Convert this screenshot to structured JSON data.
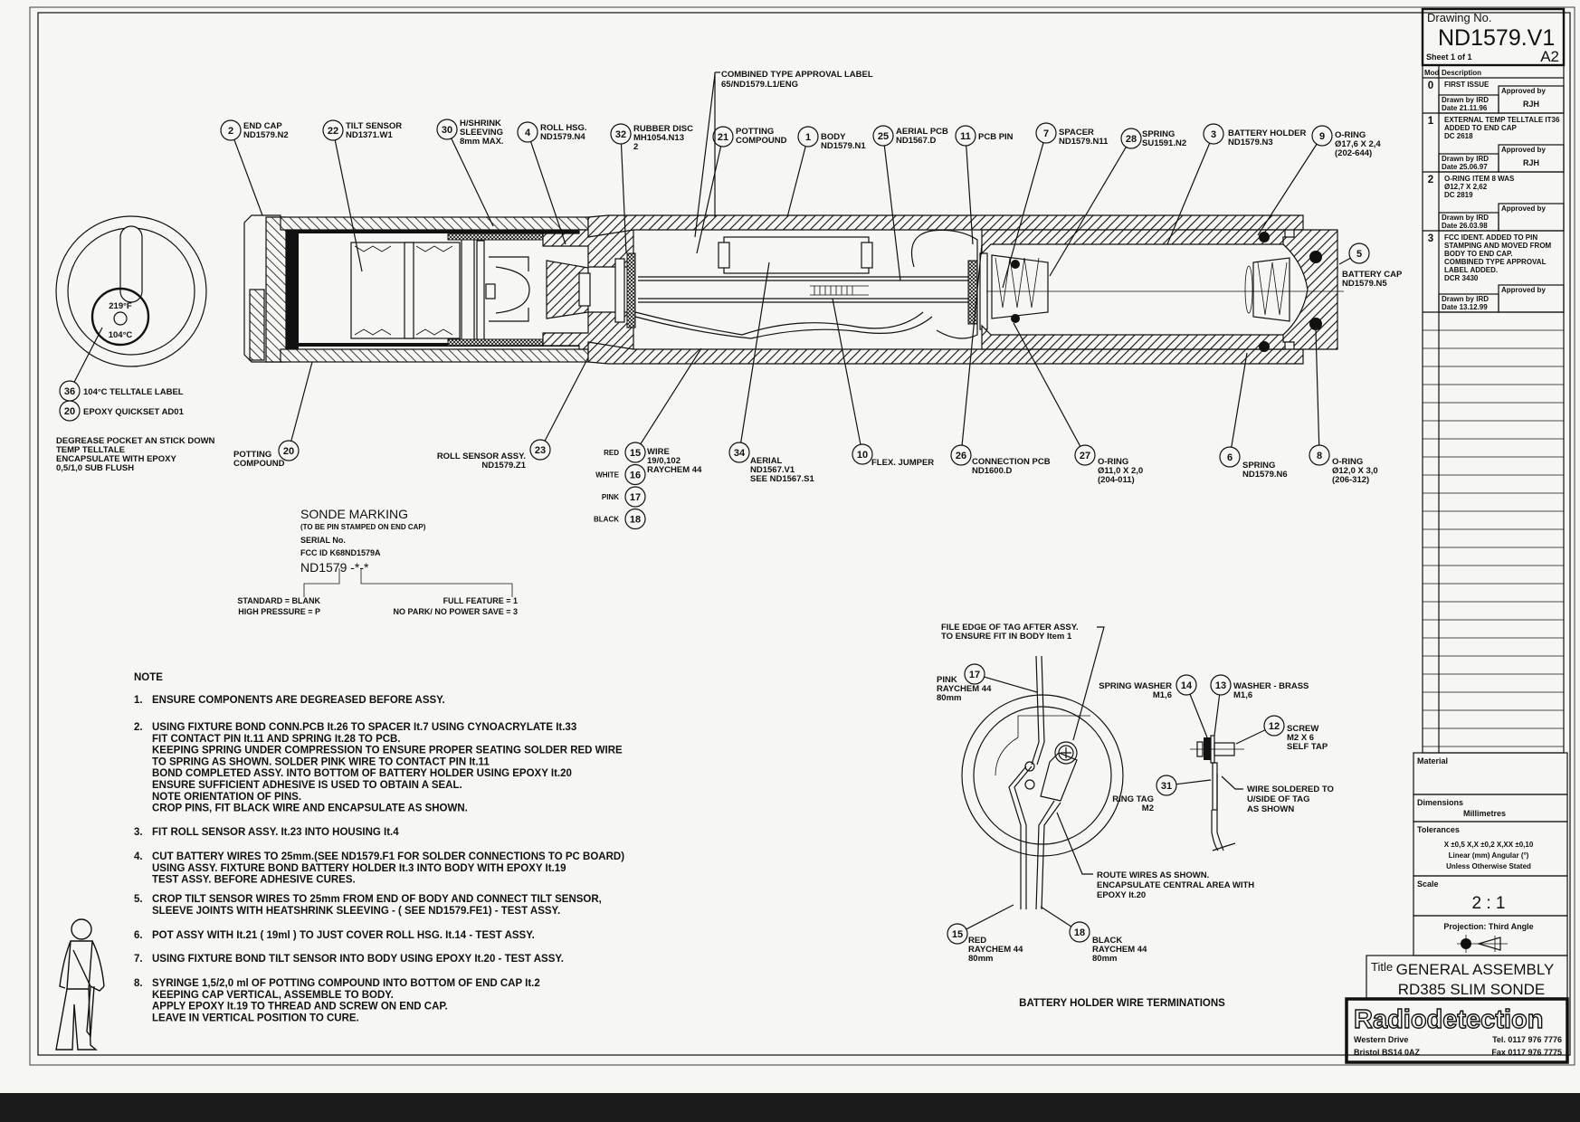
{
  "title_block": {
    "drawing_no_label": "Drawing No.",
    "drawing_no": "ND1579.V1",
    "sheet": "Sheet 1 of 1",
    "size": "A2",
    "mod_header": "Mod",
    "description_header": "Description",
    "revisions": [
      {
        "mod": "0",
        "description": [
          "FIRST ISSUE"
        ],
        "drawn_by": "Drawn by IRD",
        "date": "Date 21.11.96",
        "approved_label": "Approved by",
        "approved": "RJH"
      },
      {
        "mod": "1",
        "description": [
          "EXTERNAL TEMP TELLTALE IT36",
          "ADDED TO END CAP",
          "DC 2618"
        ],
        "drawn_by": "Drawn by IRD",
        "date": "Date 25.06.97",
        "approved_label": "Approved by",
        "approved": "RJH"
      },
      {
        "mod": "2",
        "description": [
          "O-RING ITEM 8  WAS",
          "Ø12,7 X 2,62",
          "DC 2819"
        ],
        "drawn_by": "Drawn by IRD",
        "date": "Date 26.03.98",
        "approved_label": "Approved by",
        "approved": ""
      },
      {
        "mod": "3",
        "description": [
          "FCC IDENT. ADDED TO PIN",
          "STAMPING AND MOVED FROM",
          "BODY TO END CAP.",
          "COMBINED TYPE APPROVAL",
          "LABEL ADDED.",
          "DCR 3430"
        ],
        "drawn_by": "Drawn by IRD",
        "date": "Date 13.12.99",
        "approved_label": "Approved by",
        "approved": ""
      }
    ],
    "material_label": "Material",
    "dimensions_label": "Dimensions",
    "dimensions_value": "Millimetres",
    "tolerances_label": "Tolerances",
    "tolerances_values": "X ±0,5   X,X ±0,2   X,XX ±0,10",
    "tolerances_units": "Linear (mm)  Angular (°)",
    "tolerances_note": "Unless Otherwise Stated",
    "scale_label": "Scale",
    "scale_value": "2  :  1",
    "projection_label": "Projection: Third Angle",
    "title_label": "Title",
    "title_line1": "GENERAL ASSEMBLY",
    "title_line2": "RD385 SLIM SONDE",
    "company": "Radiodetection",
    "address_line1": "Western Drive",
    "address_line2": "Bristol  BS14 0AZ",
    "tel": "Tel. 0117 976 7776",
    "fax": "Fax  0117 976 7775"
  },
  "approval_label": [
    "COMBINED TYPE APPROVAL LABEL",
    "65/ND1579.L1/ENG"
  ],
  "main_callouts": [
    {
      "num": "2",
      "lines": [
        "END CAP",
        "ND1579.N2"
      ]
    },
    {
      "num": "22",
      "lines": [
        "TILT SENSOR",
        "ND1371.W1"
      ]
    },
    {
      "num": "30",
      "lines": [
        "H/SHRINK",
        "SLEEVING",
        "8mm MAX."
      ]
    },
    {
      "num": "4",
      "lines": [
        "ROLL HSG.",
        "ND1579.N4"
      ]
    },
    {
      "num": "32",
      "lines": [
        "RUBBER DISC",
        "MH1054.N13",
        "2"
      ]
    },
    {
      "num": "21",
      "lines": [
        "POTTING",
        "COMPOUND"
      ]
    },
    {
      "num": "1",
      "lines": [
        "BODY",
        "ND1579.N1"
      ]
    },
    {
      "num": "25",
      "lines": [
        "AERIAL PCB",
        "ND1567.D"
      ]
    },
    {
      "num": "11",
      "lines": [
        "PCB PIN"
      ]
    },
    {
      "num": "7",
      "lines": [
        "SPACER",
        "ND1579.N11"
      ]
    },
    {
      "num": "28",
      "lines": [
        "SPRING",
        "SU1591.N2"
      ]
    },
    {
      "num": "3",
      "lines": [
        "BATTERY HOLDER",
        "ND1579.N3"
      ]
    },
    {
      "num": "9",
      "lines": [
        "O-RING",
        "Ø17,6 X 2,4",
        "(202-644)"
      ]
    },
    {
      "num": "5",
      "lines": [
        "BATTERY CAP",
        "ND1579.N5"
      ]
    },
    {
      "num": "20",
      "lines": [
        "POTTING",
        "COMPOUND"
      ]
    },
    {
      "num": "23",
      "lines": [
        "ROLL SENSOR ASSY.",
        "ND1579.Z1"
      ]
    },
    {
      "num": "34",
      "lines": [
        "AERIAL",
        "ND1567.V1",
        "SEE ND1567.S1"
      ]
    },
    {
      "num": "10",
      "lines": [
        "FLEX. JUMPER"
      ]
    },
    {
      "num": "26",
      "lines": [
        "CONNECTION PCB",
        "ND1600.D"
      ]
    },
    {
      "num": "27",
      "lines": [
        "O-RING",
        "Ø11,0 X 2,0",
        "(204-011)"
      ]
    },
    {
      "num": "6",
      "lines": [
        "SPRING",
        "ND1579.N6"
      ]
    },
    {
      "num": "8",
      "lines": [
        "O-RING",
        "Ø12,0 X 3,0",
        "(206-312)"
      ]
    }
  ],
  "wires": {
    "lines": [
      "WIRE",
      "19/0,102",
      "RAYCHEM 44"
    ],
    "items": [
      {
        "num": "15",
        "color": "RED"
      },
      {
        "num": "16",
        "color": "WHITE"
      },
      {
        "num": "17",
        "color": "PINK"
      },
      {
        "num": "18",
        "color": "BLACK"
      }
    ]
  },
  "end_view": {
    "temp_f": "219°F",
    "temp_c": "104°C",
    "callouts": [
      {
        "num": "36",
        "text": "104°C TELLTALE LABEL"
      },
      {
        "num": "20",
        "text": "EPOXY QUICKSET AD01"
      }
    ],
    "instructions": [
      "DEGREASE POCKET AN STICK DOWN",
      "TEMP TELLTALE",
      "ENCAPSULATE WITH EPOXY",
      "0,5/1,0 SUB FLUSH"
    ]
  },
  "sonde_marking": {
    "title": "SONDE MARKING",
    "subtitle": "(TO BE PIN STAMPED ON END CAP)",
    "serial": "SERIAL No.",
    "fcc": "FCC ID K68ND1579A",
    "code": "ND1579 -*-*",
    "left_options": [
      "STANDARD = BLANK",
      "HIGH PRESSURE = P"
    ],
    "right_options": [
      "FULL FEATURE = 1",
      "NO PARK/ NO POWER SAVE = 3"
    ]
  },
  "notes": {
    "heading": "NOTE",
    "items": [
      {
        "num": "1.",
        "lines": [
          "ENSURE COMPONENTS ARE DEGREASED BEFORE ASSY."
        ]
      },
      {
        "num": "2.",
        "lines": [
          "USING FIXTURE BOND CONN.PCB It.26 TO SPACER It.7 USING CYNOACRYLATE It.33",
          " FIT CONTACT PIN It.11 AND SPRING It.28 TO PCB.",
          " KEEPING SPRING UNDER COMPRESSION TO ENSURE PROPER SEATING SOLDER RED WIRE",
          " TO SPRING AS SHOWN. SOLDER PINK WIRE TO CONTACT PIN It.11",
          " BOND COMPLETED ASSY. INTO BOTTOM OF BATTERY HOLDER USING EPOXY It.20",
          " ENSURE SUFFICIENT ADHESIVE IS USED TO OBTAIN A SEAL.",
          " NOTE ORIENTATION OF PINS.",
          " CROP PINS, FIT BLACK WIRE AND ENCAPSULATE AS SHOWN."
        ]
      },
      {
        "num": "3.",
        "lines": [
          "FIT ROLL SENSOR  ASSY. It.23 INTO HOUSING It.4"
        ]
      },
      {
        "num": "4.",
        "lines": [
          "CUT BATTERY WIRES TO 25mm.(SEE ND1579.F1 FOR SOLDER CONNECTIONS TO PC BOARD)",
          " USING ASSY. FIXTURE BOND BATTERY HOLDER It.3 INTO BODY WITH EPOXY It.19",
          " TEST ASSY. BEFORE ADHESIVE CURES."
        ]
      },
      {
        "num": "5.",
        "lines": [
          "CROP TILT SENSOR WIRES TO 25mm FROM END OF BODY AND CONNECT TILT SENSOR,",
          " SLEEVE JOINTS WITH HEATSHRINK SLEEVING -  ( SEE ND1579.FE1) - TEST ASSY."
        ]
      },
      {
        "num": "6.",
        "lines": [
          "POT ASSY WITH It.21 ( 19ml ) TO JUST COVER ROLL HSG. It.14 - TEST ASSY."
        ]
      },
      {
        "num": "7.",
        "lines": [
          "USING FIXTURE BOND TILT SENSOR INTO BODY USING EPOXY It.20 - TEST ASSY."
        ]
      },
      {
        "num": "8.",
        "lines": [
          "SYRINGE 1,5/2,0 ml OF POTTING COMPOUND INTO BOTTOM OF END CAP It.2",
          " KEEPING CAP VERTICAL, ASSEMBLE TO BODY.",
          " APPLY EPOXY It.19 TO THREAD AND SCREW ON END CAP.",
          " LEAVE IN VERTICAL POSITION TO CURE."
        ]
      }
    ]
  },
  "battery_detail": {
    "title": "BATTERY HOLDER WIRE TERMINATIONS",
    "file_edge_note": [
      "FILE EDGE OF TAG AFTER ASSY.",
      "TO ENSURE FIT IN BODY Item 1"
    ],
    "route_note": [
      "ROUTE WIRES AS SHOWN.",
      "ENCAPSULATE CENTRAL AREA WITH",
      "EPOXY It.20"
    ],
    "wire_note": [
      "WIRE SOLDERED TO",
      "U/SIDE OF TAG",
      "AS SHOWN"
    ],
    "callouts": [
      {
        "num": "17",
        "lines": [
          "PINK",
          "RAYCHEM 44",
          "80mm"
        ]
      },
      {
        "num": "14",
        "lines": [
          "SPRING WASHER",
          "M1,6"
        ]
      },
      {
        "num": "13",
        "lines": [
          "WASHER - BRASS",
          "M1,6"
        ]
      },
      {
        "num": "12",
        "lines": [
          "SCREW",
          "M2 X 6",
          "SELF TAP"
        ]
      },
      {
        "num": "31",
        "lines": [
          "RING TAG",
          "M2"
        ]
      },
      {
        "num": "15",
        "lines": [
          "RED",
          "RAYCHEM 44",
          "80mm"
        ]
      },
      {
        "num": "18",
        "lines": [
          "BLACK",
          "RAYCHEM 44",
          "80mm"
        ]
      }
    ]
  }
}
